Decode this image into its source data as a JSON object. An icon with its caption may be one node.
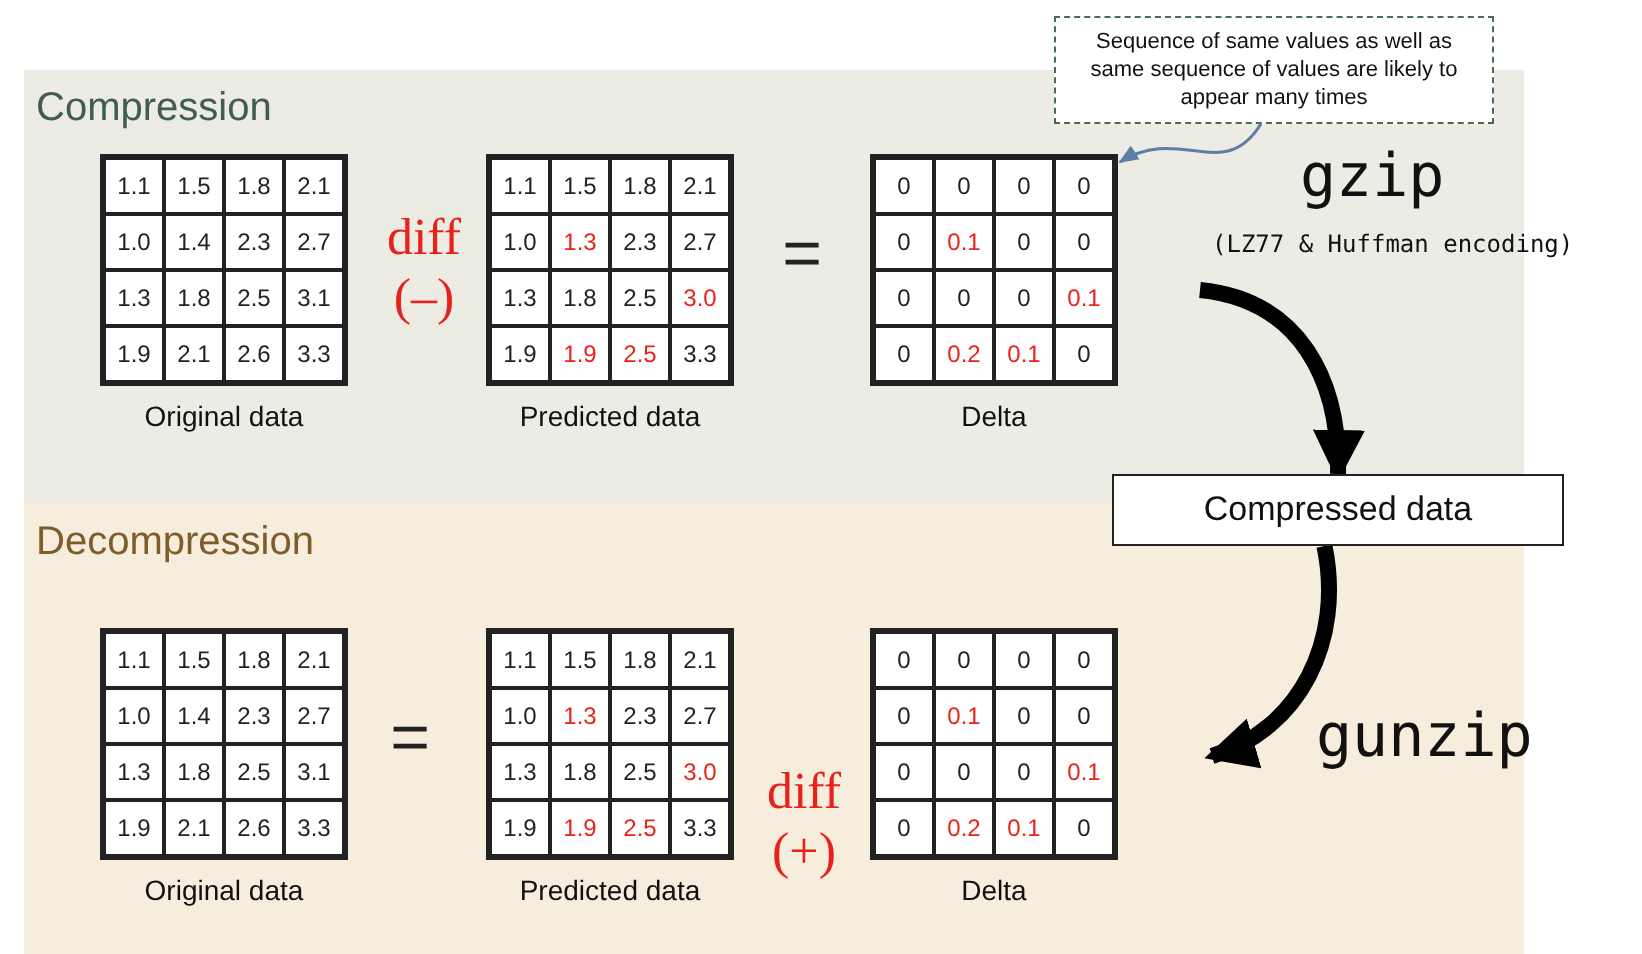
{
  "diagram": {
    "nodes": [
      {
        "text": [
          "Compression"
        ]
      },
      {
        "text": [
          "1.1",
          "1.5",
          "1.8",
          "2.1",
          "1.0",
          "1.4",
          "2.3",
          "2.7",
          "1.3",
          "1.8",
          "2.5",
          "3.1",
          "1.9",
          "2.1",
          "2.6",
          "3.3"
        ],
        "beside": [
          "Original data"
        ],
        "in": 0
      },
      {
        "text": [
          "1.1",
          "1.5",
          "1.8",
          "2.1",
          "1.0",
          "1.3",
          "2.3",
          "2.7",
          "1.3",
          "1.8",
          "2.5",
          "3.0",
          "1.9",
          "1.9",
          "2.5",
          "3.3"
        ],
        "beside": [
          "Predicted data"
        ],
        "in": 0
      },
      {
        "text": [
          "0",
          "0",
          "0",
          "0",
          "0",
          "0.1",
          "0",
          "0",
          "0",
          "0",
          "0",
          "0.1",
          "0",
          "0.2",
          "0.1",
          "0"
        ],
        "beside": [
          "Delta"
        ],
        "in": 0
      },
      {
        "text": [
          "Sequence of same values as well as same sequence of values are likely to appear many times"
        ]
      },
      {
        "text": [
          "Compressed data"
        ]
      },
      {
        "text": [
          "Decompression"
        ]
      },
      {
        "text": [
          "1.1",
          "1.5",
          "1.8",
          "2.1",
          "1.0",
          "1.4",
          "2.3",
          "2.7",
          "1.3",
          "1.8",
          "2.5",
          "3.1",
          "1.9",
          "2.1",
          "2.6",
          "3.3"
        ],
        "beside": [
          "Original data"
        ],
        "in": 6
      },
      {
        "text": [
          "1.1",
          "1.5",
          "1.8",
          "2.1",
          "1.0",
          "1.3",
          "2.3",
          "2.7",
          "1.3",
          "1.8",
          "2.5",
          "3.0",
          "1.9",
          "1.9",
          "2.5",
          "3.3"
        ],
        "beside": [
          "Predicted data"
        ],
        "in": 6
      },
      {
        "text": [
          "0",
          "0",
          "0",
          "0",
          "0",
          "0.1",
          "0",
          "0",
          "0",
          "0",
          "0",
          "0.1",
          "0",
          "0.2",
          "0.1",
          "0"
        ],
        "beside": [
          "Delta"
        ],
        "in": 6
      }
    ],
    "edges": [
      {
        "from": 4,
        "to": 3,
        "arrow": "to",
        "color": "#5b7fa6"
      },
      {
        "from": null,
        "to": 5,
        "arrow": "to"
      },
      {
        "from": 5,
        "to": null,
        "arrow": "to"
      }
    ],
    "labels": [
      "diff",
      "(–)",
      "=",
      "gzip",
      "(LZ77 & Huffman encoding)",
      "=",
      "diff",
      "(+)",
      "gunzip"
    ]
  }
}
